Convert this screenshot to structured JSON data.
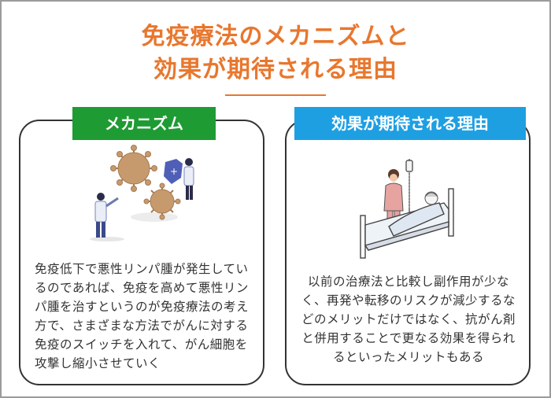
{
  "title": {
    "line1": "免疫療法のメカニズムと",
    "line2": "効果が期待される理由"
  },
  "left_card": {
    "tag": "メカニズム",
    "text": "免疫低下で悪性リンパ腫が発生しているのであれば、免疫を高めて悪性リンパ腫を治すというのが免疫療法の考え方で、さまざまな方法でがんに対する免疫のスイッチを入れて、がん細胞を攻撃し縮小させていく",
    "illustration": "virus-doctors-illustration"
  },
  "right_card": {
    "tag": "効果が期待される理由",
    "text": "以前の治療法と比較し副作用が少なく、再発や転移のリスクが減少するなどのメリットだけではなく、抗がん剤と併用することで更なる効果を得られるといったメリットもある",
    "illustration": "hospital-bed-illustration"
  },
  "colors": {
    "title": "#e8772e",
    "tag_green": "#1f9b34",
    "tag_blue": "#1e9fe2",
    "card_border": "#333333",
    "frame_border": "#9b9b9b"
  }
}
